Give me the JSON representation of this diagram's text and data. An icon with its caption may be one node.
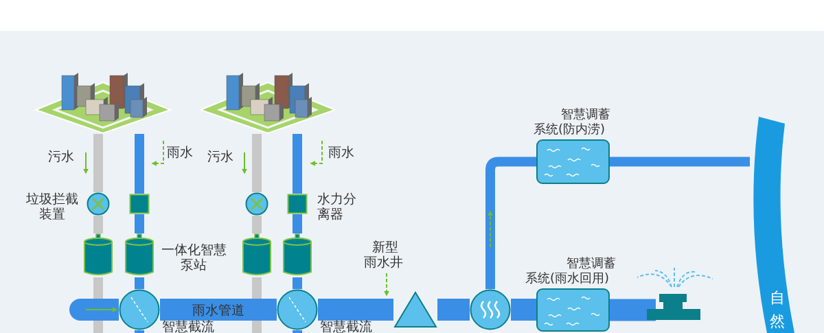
{
  "diagram": {
    "nodes": [
      {
        "text": [],
        "shape": "picture"
      },
      {
        "text": [],
        "shape": "picture"
      },
      {
        "text": [],
        "shape": "circle",
        "beside": [
          "垃圾拦截装置"
        ]
      },
      {
        "text": [],
        "shape": "box"
      },
      {
        "text": [],
        "shape": "cylinder"
      },
      {
        "text": [],
        "shape": "cylinder",
        "beside": [
          "一体化智慧泵站"
        ]
      },
      {
        "text": [],
        "shape": "circle",
        "beside": [
          "智慧截流"
        ]
      },
      {
        "text": [],
        "shape": "circle"
      },
      {
        "text": [],
        "shape": "box",
        "beside": [
          "水力分离器"
        ]
      },
      {
        "text": [],
        "shape": "cylinder"
      },
      {
        "text": [],
        "shape": "cylinder"
      },
      {
        "text": [],
        "shape": "circle",
        "beside": [
          "智慧截流"
        ]
      },
      {
        "text": [],
        "shape": "triangle",
        "beside": [
          "新型雨水井"
        ]
      },
      {
        "text": [],
        "shape": "circle"
      },
      {
        "text": [
          "智慧调蓄系统(防内涝)"
        ]
      },
      {
        "text": [
          "智慧调蓄系统(雨水回用)"
        ]
      },
      {
        "text": [],
        "shape": "picture"
      },
      {
        "text": [
          "自然"
        ]
      }
    ],
    "edges": [
      {
        "from": 0,
        "to": 2,
        "arrow": "none",
        "color": "#c8c8c8"
      },
      {
        "from": 2,
        "to": 4,
        "arrow": "none",
        "color": "#c8c8c8"
      },
      {
        "from": 0,
        "to": 3,
        "arrow": "none"
      },
      {
        "from": 3,
        "to": 5,
        "arrow": "none"
      },
      {
        "from": 5,
        "to": 6,
        "arrow": "none"
      },
      {
        "from": 1,
        "to": 7,
        "arrow": "none",
        "color": "#c8c8c8"
      },
      {
        "from": 7,
        "to": 9,
        "arrow": "none",
        "color": "#c8c8c8"
      },
      {
        "from": 1,
        "to": 8,
        "arrow": "none"
      },
      {
        "from": 8,
        "to": 10,
        "arrow": "none"
      },
      {
        "from": 10,
        "to": 11,
        "arrow": "none"
      },
      {
        "from": 6,
        "to": 11,
        "arrow": "none",
        "style": "thick",
        "label": "雨水管道"
      },
      {
        "from": 11,
        "to": 12,
        "arrow": "none",
        "style": "thick"
      },
      {
        "from": 12,
        "to": 13,
        "arrow": "none",
        "style": "thick"
      },
      {
        "from": 13,
        "to": 15,
        "arrow": "none",
        "style": "thick"
      },
      {
        "from": 15,
        "to": 16,
        "arrow": "none",
        "style": "thick"
      },
      {
        "from": 13,
        "to": 14,
        "arrow": "none"
      },
      {
        "from": 14,
        "to": 17,
        "arrow": "none"
      }
    ],
    "labels": [
      "污水",
      "雨水",
      "污水",
      "雨水"
    ]
  }
}
